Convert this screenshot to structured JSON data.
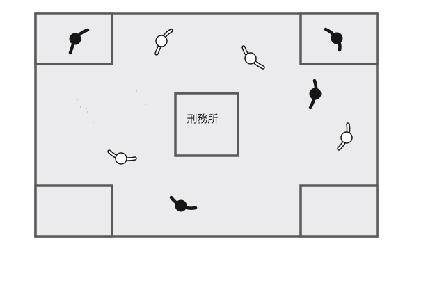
{
  "board": {
    "center_label": "刑務所",
    "colors": {
      "floor": "#ebebed",
      "wall": "#5a5a5a",
      "piece_black": "#161616",
      "piece_white": "#ffffff",
      "speck": "#9a9a9a"
    },
    "black_piece_count": 4,
    "white_piece_count": 4
  }
}
